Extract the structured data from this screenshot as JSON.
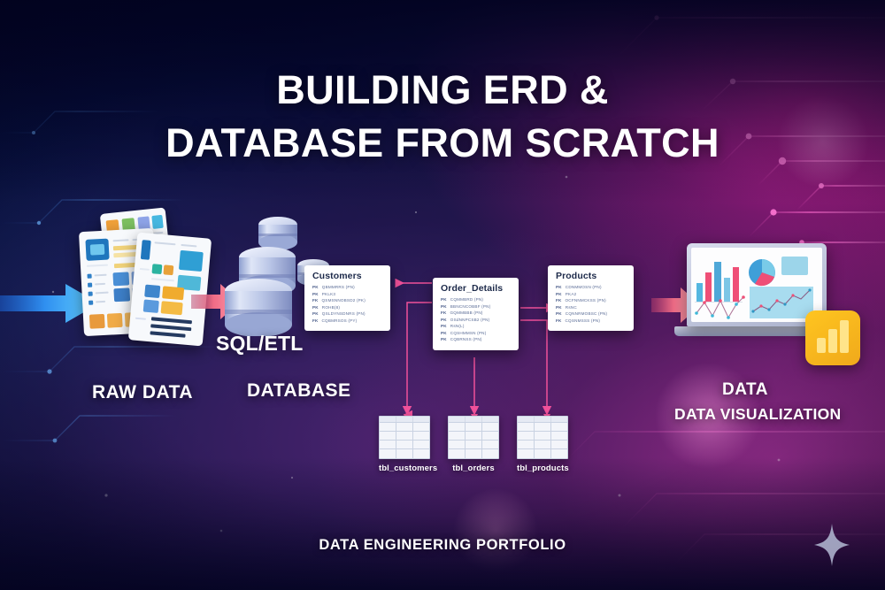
{
  "title": {
    "line1": "BUILDING ERD &",
    "line2": "DATABASE FROM SCRATCH"
  },
  "footer": {
    "text": "DATA ENGINEERING PORTFOLIO"
  },
  "stage_labels": {
    "raw_data": "RAW DATA",
    "database": "DATABASE",
    "sql_etl": "SQL/ETL",
    "data": "DATA",
    "data_visualization": "DATA VISUALIZATION"
  },
  "erd_tables": [
    {
      "name": "Customers",
      "fields": [
        {
          "key": "PK",
          "field": "QBMMRRS (PN)"
        },
        {
          "key": "PK",
          "field": "PKLK3"
        },
        {
          "key": "FK",
          "field": "QSMSNNOBSD2 (PK)"
        },
        {
          "key": "PK",
          "field": "ROHB(8)"
        },
        {
          "key": "PK",
          "field": "QSLDYNSDNRS (PN)"
        },
        {
          "key": "FK",
          "field": "CQBMRSOS (PY)"
        }
      ]
    },
    {
      "name": "Order_Details",
      "fields": [
        {
          "key": "PK",
          "field": "CQMMBRD (PN)"
        },
        {
          "key": "PK",
          "field": "BBNCNCOBBF (PN)"
        },
        {
          "key": "FK",
          "field": "GQMMBBB (PN)"
        },
        {
          "key": "PK",
          "field": "OSdNNPCSB2 (PN)"
        },
        {
          "key": "PK",
          "field": "RsN(L)"
        },
        {
          "key": "PK",
          "field": "CQSHMMSN (PN)"
        },
        {
          "key": "PK",
          "field": "CQBRNSS (PN)"
        }
      ]
    },
    {
      "name": "Products",
      "fields": [
        {
          "key": "PK",
          "field": "CDNMMOSN (PN)"
        },
        {
          "key": "PK",
          "field": "PKA2"
        },
        {
          "key": "FK",
          "field": "OCFNNMCKSS (PN)"
        },
        {
          "key": "PK",
          "field": "RsNC"
        },
        {
          "key": "PK",
          "field": "CQNNRMOBSC (PN)"
        },
        {
          "key": "FK",
          "field": "CQSNMSSS (PN)"
        }
      ]
    }
  ],
  "mini_tables": [
    {
      "label": "tbl_customers"
    },
    {
      "label": "tbl_orders"
    },
    {
      "label": "tbl_products"
    }
  ],
  "icons": {
    "inflow_arrow": "right-arrow-blue",
    "etl_arrow": "right-arrow-pink",
    "output_arrow": "right-arrow-pink",
    "powerbi": "powerbi-icon",
    "sparkle": "sparkle-star-icon",
    "database": "database-cylinder-icon",
    "laptop": "laptop-dashboard-icon",
    "documents": "document-stack-icon"
  },
  "dashboard_charts": [
    {
      "type": "bar",
      "name": "bar-chart",
      "values": [
        34,
        62,
        88,
        48,
        74
      ]
    },
    {
      "type": "pie",
      "name": "pie-chart",
      "values": [
        55,
        28,
        17
      ]
    },
    {
      "type": "line",
      "name": "line-chart",
      "values": [
        30,
        78,
        22,
        70,
        18,
        62,
        86
      ]
    },
    {
      "type": "area",
      "name": "area-chart",
      "values": [
        18,
        34,
        26,
        48,
        40,
        62,
        56,
        80
      ]
    }
  ],
  "colors": {
    "accent_pink": "#ef5f7e",
    "accent_blue": "#2fa7f5",
    "connector": "#f0519a",
    "powerbi_yellow": "#f6b51e",
    "bg_navy": "#03052a",
    "bg_magenta": "#8e1a73",
    "text_white": "#ffffff"
  }
}
